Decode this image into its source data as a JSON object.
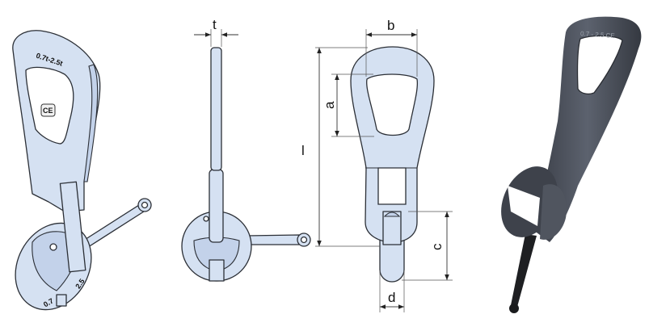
{
  "colors": {
    "drawing_fill": "#d5e1f2",
    "outline": "#2b2f36",
    "photo_steel": "#4b505b",
    "rod": "#1e1f22"
  },
  "views": {
    "isometric": {
      "capacity_marking": "0.7t-2.5t",
      "ce_marking": "CE",
      "ring_marking": "2.5",
      "ring_marking_2": "0.7"
    },
    "side": {
      "dim_t": "t"
    },
    "front": {
      "dim_b": "b",
      "dim_a": "a",
      "dim_l": "l",
      "dim_c": "c",
      "dim_d": "d"
    },
    "photo": {
      "marking": "0.7 - 2.5  CE"
    }
  }
}
